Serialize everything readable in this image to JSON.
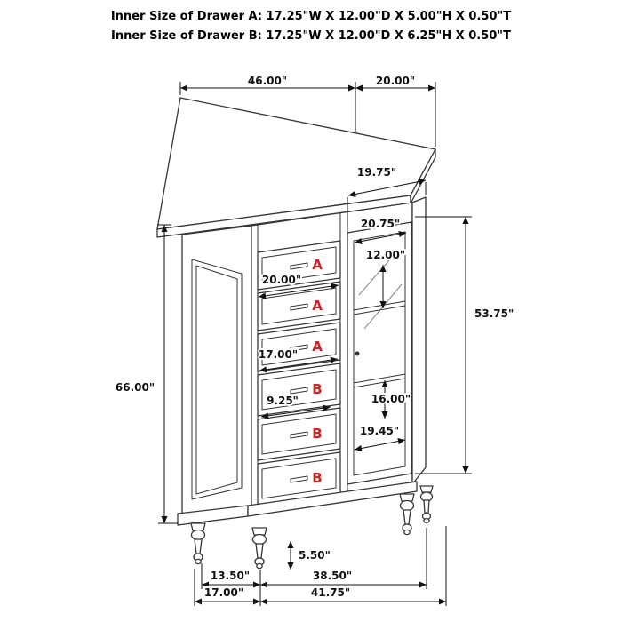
{
  "title": {
    "drawer_a": "Inner Size of Drawer A: 17.25\"W X 12.00\"D X 5.00\"H X 0.50\"T",
    "drawer_b": "Inner Size of Drawer B: 17.25\"W X 12.00\"D X 6.25\"H X 0.50\"T"
  },
  "dimensions": {
    "top_width": "46.00\"",
    "top_depth": "20.00\"",
    "door_width_top": "19.75\"",
    "door_glass_width": "20.75\"",
    "shelf_space_upper": "12.00\"",
    "door_height": "53.75\"",
    "drawer_width": "20.00\"",
    "drawer_inner_width": "17.00\"",
    "overall_height": "66.00\"",
    "drawer_depth": "9.25\"",
    "shelf_space_lower": "16.00\"",
    "door_glass_width_bottom": "19.45\"",
    "leg_height": "5.50\"",
    "bottom_left_inner": "13.50\"",
    "bottom_left_outer": "17.00\"",
    "bottom_right_inner": "38.50\"",
    "bottom_right_outer": "41.75\""
  },
  "drawer_labels": [
    "A",
    "A",
    "A",
    "B",
    "B",
    "B"
  ],
  "colors": {
    "line": "#353535",
    "dimension_text": "#111111",
    "drawer_label": "#cc2222"
  }
}
